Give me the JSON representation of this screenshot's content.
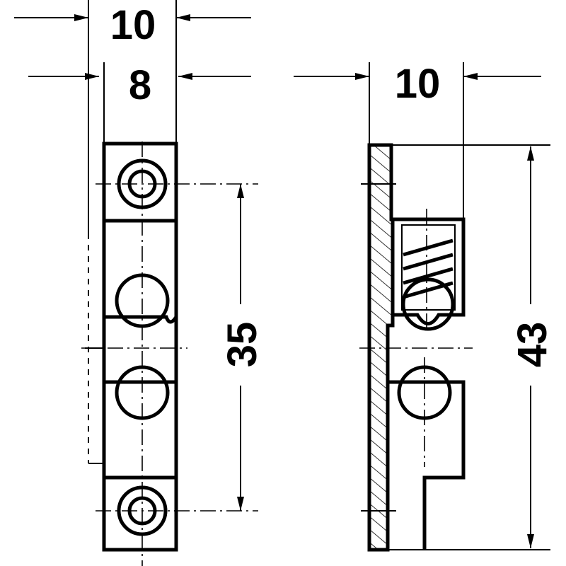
{
  "drawing": {
    "front_view": {
      "width_outer": "10",
      "width_body": "8",
      "hole_spacing": "35"
    },
    "side_view": {
      "width": "10",
      "height": "43"
    },
    "colors": {
      "line": "#000000",
      "background": "#ffffff"
    }
  }
}
